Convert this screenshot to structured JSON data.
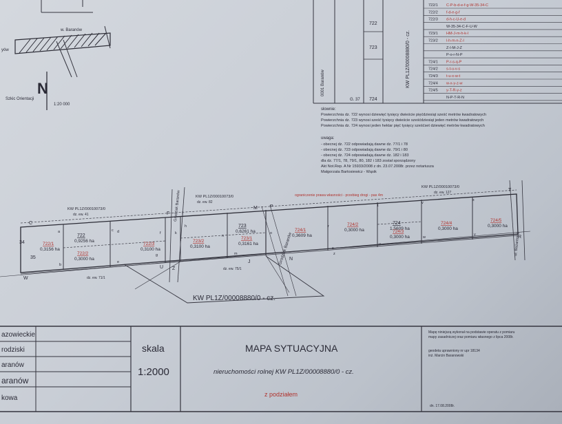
{
  "locator": {
    "village": "w. Baranów",
    "left_fragment": "yów",
    "scheme_label": "Szkic Orientacji",
    "scale": "1:20 000",
    "north": "N"
  },
  "register": {
    "col_labels": [
      "0001 Baranów",
      "G. 37"
    ],
    "plots": [
      "722",
      "723",
      "724"
    ],
    "kw_vertical": "KW PL1Z/00008880/0 - cz.",
    "entries": [
      {
        "plot": "722/1",
        "pts": "C-P-b-d-e-f-g-W-35-34-C"
      },
      {
        "plot": "722/2",
        "pts": "f-d-e-g-f"
      },
      {
        "plot": "722/3",
        "pts": "d-h-c-U-e-d"
      },
      {
        "plot": "",
        "pts": "W-35-34-C-F-U-W"
      },
      {
        "plot": "723/1",
        "pts": "HM-J-m-h-k-l"
      },
      {
        "plot": "723/2",
        "pts": "l-h-m-n-Z-l"
      },
      {
        "plot": "",
        "pts": "Z-I-M-J-Z"
      },
      {
        "plot": "",
        "pts": "P-o-r-N-P"
      },
      {
        "plot": "724/1",
        "pts": "P-r-s-q-P"
      },
      {
        "plot": "724/2",
        "pts": "s-t-u-v-s"
      },
      {
        "plot": "724/3",
        "pts": "t-u-x-w-t"
      },
      {
        "plot": "724/4",
        "pts": "w-x-y-z-w"
      },
      {
        "plot": "724/5",
        "pts": "y-T-R-y-z"
      },
      {
        "plot": "",
        "pts": "N-P-T-R-N"
      }
    ]
  },
  "notes": {
    "heading": "słownie:",
    "area_lines": [
      "Powierzchnia dz. 722 wynosi dziewięć tysięcy dwieście pięćdziesiąt sześć metrów kwadratowych",
      "Powierzchnia dz. 723 wynosi sześć tysięcy dwieście sześćdziesiąt jeden metrów kwadratowych",
      "Powierzchnia dz. 724 wynosi jeden hektar pięć tysięcy sześćset dziewięć metrów kwadratowych"
    ],
    "remark_heading": "uwaga:",
    "remark_lines": [
      "- obecnej dz. 722 odpowiadają dawne dz. 77/1 i 78",
      "- obecnej dz. 723 odpowiadają dawne dz. 79/1 i 80",
      "- obecnej dz. 724 odpowiadają dawne dz. 182 i 183",
      "dla dz. 77/1, 78, 79/1, 80, 182 i 183 został sporządzony",
      "Akt Not.Rep. A Nr 15933/2008 z dn. 23.07.2008r. przez notariusza",
      "Małgorzata   Bartosiewicz - Wąsik"
    ]
  },
  "map": {
    "kw_top": "KW PL1Z/00010073/0",
    "kw_left": "KW PL1Z/00010073/0",
    "kw_right": "KW PL1Z/00010073/0",
    "kw_bottom": "KW PL1Z/00008880/0 - cz.",
    "dz_labels": [
      "dz. ew. 41",
      "dz. ew. 82",
      "dz. ew. 71/1",
      "dz. ew. 75/1",
      "dz. ew. 127"
    ],
    "road_left": "Grodzisk Baranów",
    "road_right": "Grodzisk Baranów",
    "road_far_right": "ul. Bażantowa",
    "red_note": "ograniczenie prawa własności - przebieg drogi - pas 4m",
    "parcels": [
      {
        "no": "722/1",
        "area": "0,3156 ha"
      },
      {
        "no": "722",
        "area": "0,9256 ha"
      },
      {
        "no": "722/2",
        "area": "0,3000 ha"
      },
      {
        "no": "722/3",
        "area": "0,3100 ha"
      },
      {
        "no": "723",
        "area": "0,6261 ha"
      },
      {
        "no": "723/1",
        "area": "0,3161 ha"
      },
      {
        "no": "723/2",
        "area": "0,3100 ha"
      },
      {
        "no": "724/1",
        "area": "0,3609 ha"
      },
      {
        "no": "724/2",
        "area": "0,3000 ha"
      },
      {
        "no": "724",
        "area": "1,5609 ha"
      },
      {
        "no": "724/3",
        "area": "0,3000 ha"
      },
      {
        "no": "724/4",
        "area": "0,3000 ha"
      },
      {
        "no": "724/5",
        "area": "0,3000 ha"
      }
    ],
    "points": [
      "C",
      "34",
      "35",
      "W",
      "P",
      "F",
      "U",
      "Z",
      "M",
      "N",
      "J",
      "T",
      "R",
      "I",
      "a",
      "b",
      "c",
      "d",
      "e",
      "f",
      "g",
      "h",
      "k",
      "l",
      "m",
      "n",
      "o",
      "r",
      "s",
      "t",
      "u",
      "v",
      "w",
      "x",
      "y",
      "z"
    ]
  },
  "title_block": {
    "admin": [
      "azowieckie",
      "rodziski",
      "aranów",
      "aranów",
      "kowa"
    ],
    "scale_label": "skala",
    "scale_value": "1:2000",
    "title": "MAPA SYTUACYJNA",
    "subtitle": "nieruchomości  rolnej KW  PL1Z/00008880/0 - cz.",
    "subtitle2": "z podziałem",
    "cert_lines": [
      "Mapę niniejszą wykonał na podstawie operatu z pomiaru",
      "mapy zasadniczej oraz pomiaru własnego z lipca 2008r.",
      "geodeta uprawniony nr upr 18134",
      "inż. Marcin Baranowski"
    ],
    "date": "dn. 17.08.2008r."
  }
}
